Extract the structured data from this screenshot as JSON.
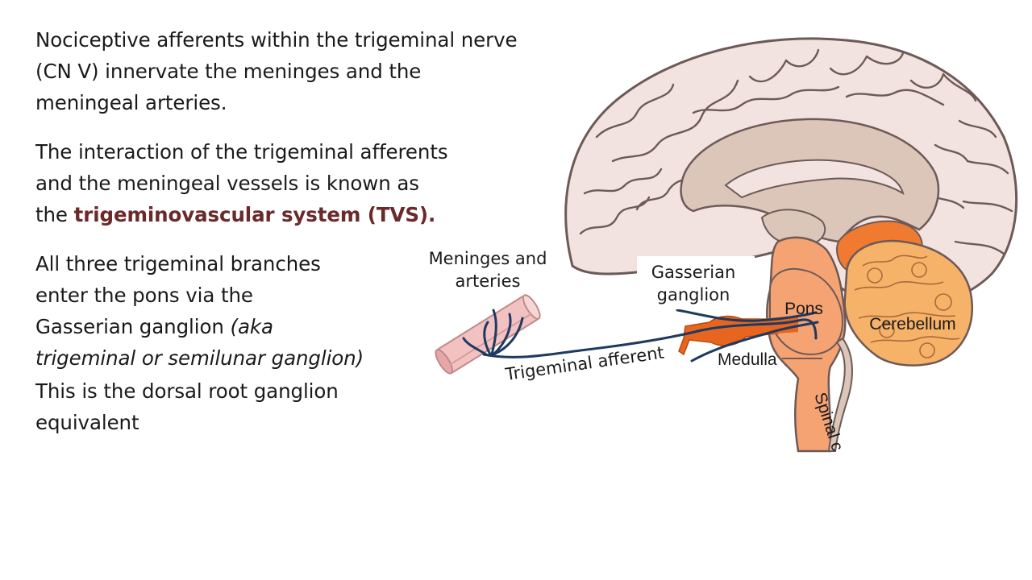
{
  "slide": {
    "p1": {
      "line1": "Nociceptive afferents within the trigeminal nerve",
      "line2": "(CN V) innervate the meninges and the",
      "line3": "meningeal arteries."
    },
    "p2": {
      "line1": "The interaction of the trigeminal afferents",
      "line2": "and the meningeal vessels is known as",
      "line3_plain": "the ",
      "line3_highlight": "trigeminovascular system (TVS)."
    },
    "p3": {
      "line1": "All three trigeminal branches",
      "line2": "enter the pons via the",
      "line3_plain": "Gasserian ganglion ",
      "line3_italic": "(aka",
      "line4_italic": "trigeminal or semilunar ganglion)"
    },
    "p4": {
      "line1": "This is the dorsal root ganglion",
      "line2": "equivalent"
    }
  },
  "diagram": {
    "labels": {
      "meninges_line1": "Meninges and",
      "meninges_line2": "arteries",
      "gasserian_line1": "Gasserian",
      "gasserian_line2": "ganglion",
      "pons": "Pons",
      "cerebellum": "Cerebellum",
      "medulla": "Medulla",
      "trigeminal_afferent": "Trigeminal afferent",
      "spinal": "Spinal c"
    },
    "colors": {
      "highlight": "#6b2a2a",
      "cortex": "#f3e3e0",
      "brain_outline": "#6d5a57",
      "inner_brain": "#dcc6b9",
      "brainstem": "#f5a373",
      "cerebellum": "#f7b26a",
      "ganglion": "#e8651f",
      "nerve": "#1e3a5f",
      "artery": "#f2c2c2"
    }
  }
}
